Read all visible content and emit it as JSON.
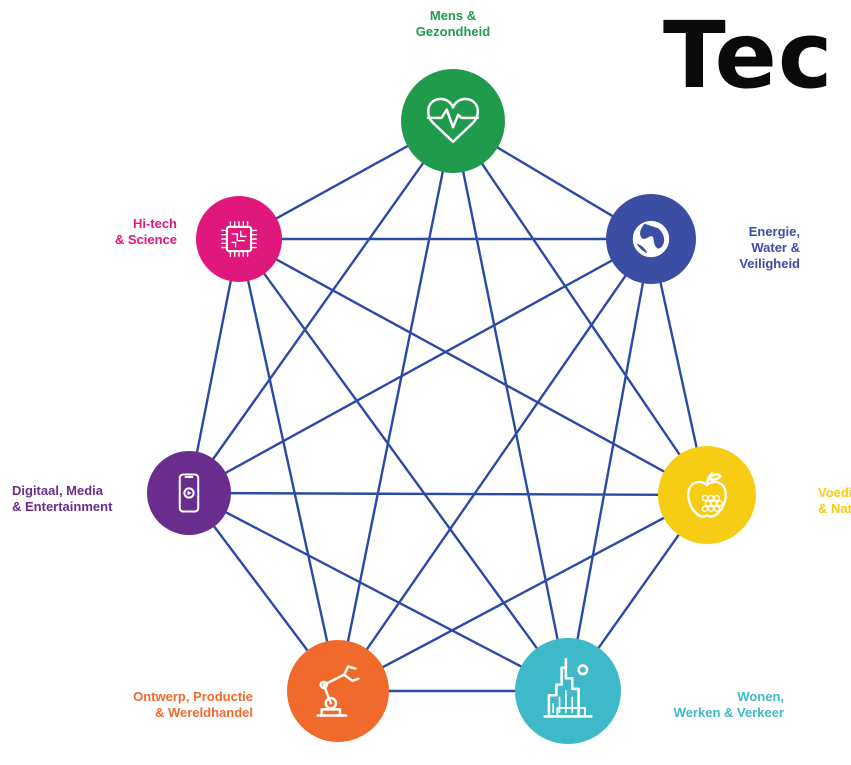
{
  "title": "Tec",
  "edge_color": "#2b4aa6",
  "nodes": [
    {
      "id": "mens",
      "label_lines": [
        "Mens &",
        "Gezondheid"
      ],
      "color": "#1f9b4b",
      "icon": "heartbeat-icon"
    },
    {
      "id": "energie",
      "label_lines": [
        "Energie,",
        "Water &",
        "Veiligheid"
      ],
      "color": "#3a4ea3",
      "icon": "globe-icon"
    },
    {
      "id": "voeding",
      "label_lines": [
        "Voeding",
        "& Natuur"
      ],
      "color": "#f7cc14",
      "icon": "apple-icon"
    },
    {
      "id": "wonen",
      "label_lines": [
        "Wonen,",
        "Werken & Verkeer"
      ],
      "color": "#3fb9c9",
      "icon": "city-icon"
    },
    {
      "id": "ontwerp",
      "label_lines": [
        "Ontwerp, Productie",
        "& Wereldhandel"
      ],
      "color": "#f06b2b",
      "icon": "robot-arm-icon"
    },
    {
      "id": "digitaal",
      "label_lines": [
        "Digitaal, Media",
        "& Entertainment"
      ],
      "color": "#6a2d8e",
      "icon": "smartphone-icon"
    },
    {
      "id": "hitech",
      "label_lines": [
        "Hi-tech",
        "& Science"
      ],
      "color": "#e0177c",
      "icon": "chip-icon"
    }
  ]
}
